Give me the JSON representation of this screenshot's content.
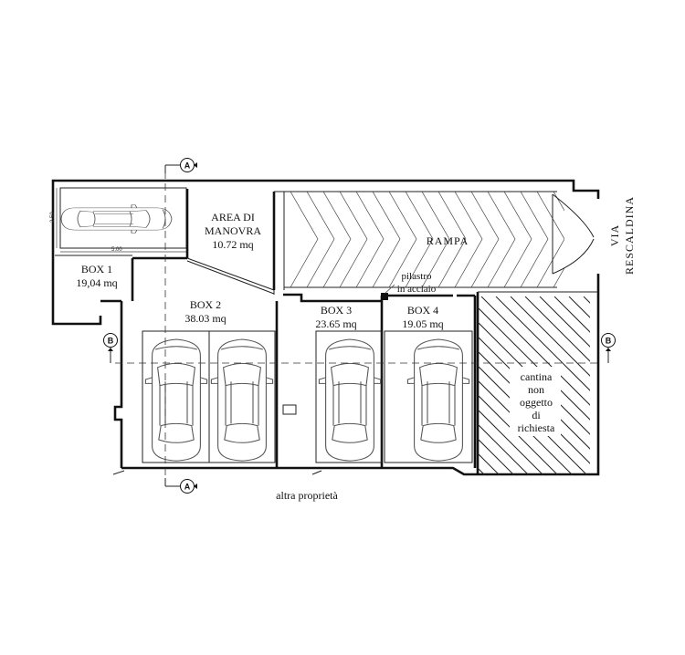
{
  "rooms": {
    "box1": {
      "name": "BOX 1",
      "area": "19,04 mq"
    },
    "manovra": {
      "name1": "AREA DI",
      "name2": "MANOVRA",
      "area": "10.72 mq"
    },
    "box2": {
      "name": "BOX 2",
      "area": "38.03 mq"
    },
    "box3": {
      "name": "BOX 3",
      "area": "23.65 mq"
    },
    "box4": {
      "name": "BOX 4",
      "area": "19.05 mq"
    },
    "rampa": {
      "name": "RAMPA"
    },
    "cantina": {
      "lines": [
        "cantina",
        "non",
        "oggetto",
        "di",
        "richiesta"
      ]
    }
  },
  "labels": {
    "pilastro1": "pilastro",
    "pilastro2": "in acciaio",
    "altra": "altra proprietà",
    "via1": "VIA",
    "via2": "RESCALDINA",
    "dim_vertical": "2.50",
    "dim_horizontal": "5.00"
  },
  "section_marks": {
    "a": "A",
    "b": "B"
  }
}
